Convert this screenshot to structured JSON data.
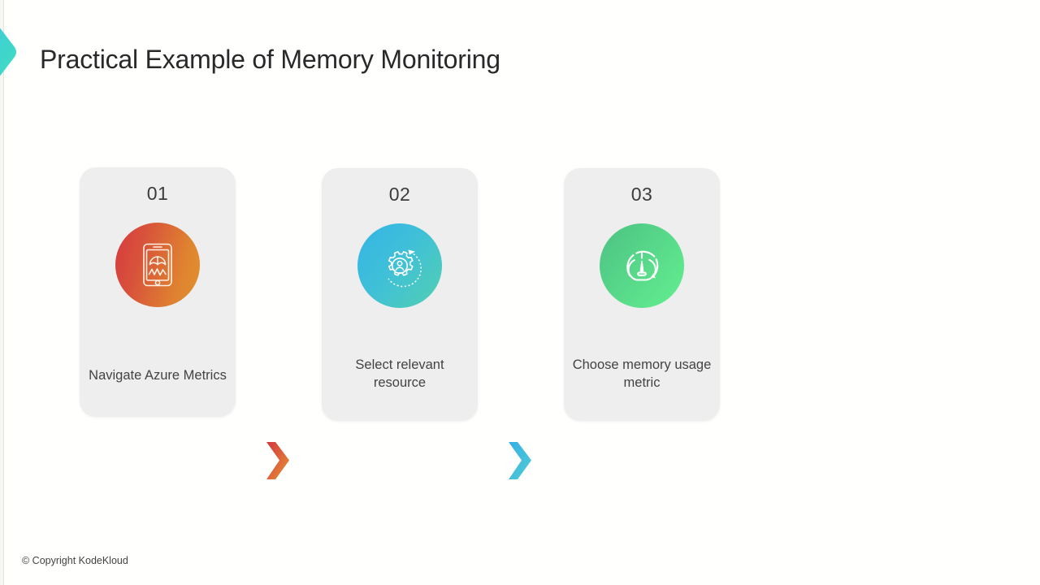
{
  "slide": {
    "title": "Practical Example of Memory Monitoring",
    "footer": "© Copyright KodeKloud",
    "background_color": "#fffffd"
  },
  "decoration": {
    "chevron_icon": "chevron-right-icon",
    "gradient_from": "#3ec7e0",
    "gradient_to": "#3fe0c2"
  },
  "steps": [
    {
      "number": "01",
      "label": "Navigate Azure Metrics",
      "icon": "mobile-metrics-icon",
      "circle_gradient_from": "#d6383f",
      "circle_gradient_to": "#e29230",
      "card_color": "#eeeeee"
    },
    {
      "number": "02",
      "label": "Select relevant resource",
      "icon": "gear-user-settings-icon",
      "circle_gradient_from": "#34b4e4",
      "circle_gradient_to": "#52cfb1",
      "card_color": "#eeeeee"
    },
    {
      "number": "03",
      "label": "Choose memory usage metric",
      "icon": "speedometer-gauge-icon",
      "circle_gradient_from": "#4cc183",
      "circle_gradient_to": "#62ef8f",
      "card_color": "#eeeeee"
    }
  ],
  "connectors": [
    {
      "icon": "arrow-right-icon",
      "gradient_from": "#d6383f",
      "gradient_to": "#e4913a"
    },
    {
      "icon": "arrow-right-icon",
      "gradient_from": "#3ab4e4",
      "gradient_to": "#4fc9d9"
    }
  ]
}
